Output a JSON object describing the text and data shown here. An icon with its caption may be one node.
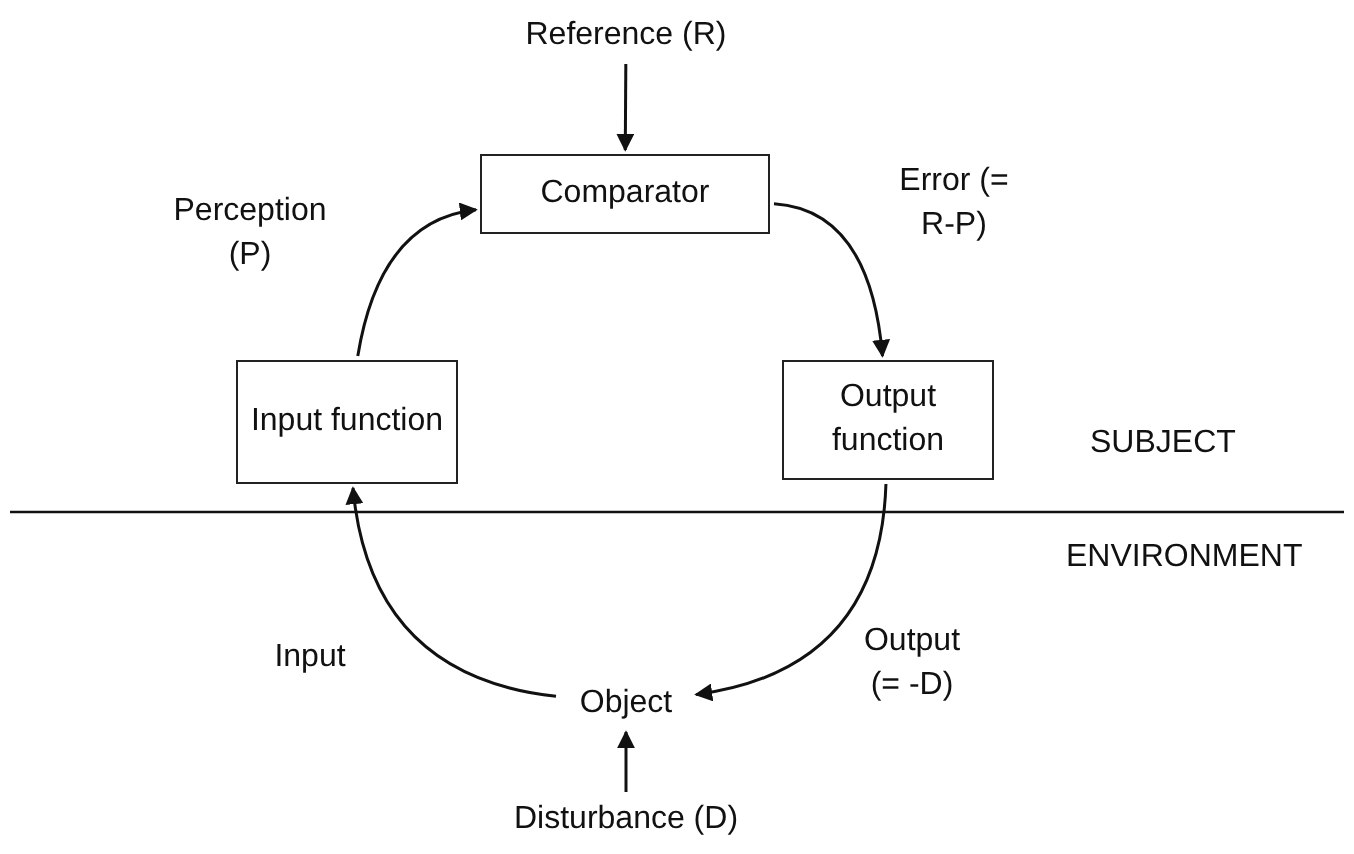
{
  "diagram": {
    "nodes": [
      {
        "text": [
          "Reference (R)"
        ]
      },
      {
        "text": [
          "Comparator"
        ]
      },
      {
        "text": [
          "Input function"
        ]
      },
      {
        "text": [
          "Output function"
        ]
      },
      {
        "text": [
          "Object"
        ]
      },
      {
        "text": [
          "Disturbance (D)"
        ]
      }
    ],
    "edges": [
      {
        "from": 0,
        "to": 1,
        "arrow": "to"
      },
      {
        "from": 1,
        "to": 3,
        "arrow": "to",
        "label": "Error (= R-P)"
      },
      {
        "from": 2,
        "to": 1,
        "arrow": "to",
        "label": "Perception (P)"
      },
      {
        "from": 3,
        "to": 4,
        "arrow": "to",
        "label": "Output (= -D)"
      },
      {
        "from": 4,
        "to": 2,
        "arrow": "to",
        "label": "Input"
      },
      {
        "from": 5,
        "to": 4,
        "arrow": "to"
      }
    ],
    "labels": [
      "SUBJECT",
      "ENVIRONMENT"
    ]
  }
}
